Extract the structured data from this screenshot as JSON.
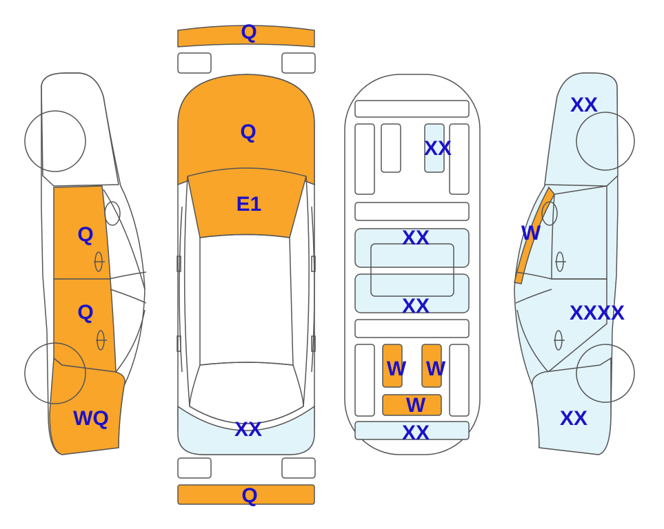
{
  "colors": {
    "damage": "#F8A52A",
    "scratch": "#E1F4FA",
    "panel": "#FFFFFF",
    "outline": "#555555",
    "label": "#1C11C8"
  },
  "views": {
    "left_side": {
      "labels": {
        "front_door": "Q",
        "rear_door": "Q",
        "rear_quarter": "WQ"
      },
      "states": {
        "front_door": "damage",
        "rear_door": "damage",
        "rear_quarter": "damage"
      }
    },
    "top": {
      "labels": {
        "front_bumper": "Q",
        "hood": "Q",
        "windshield": "E1",
        "rear_panel": "XX",
        "rear_bumper": "Q"
      },
      "states": {
        "front_bumper": "damage",
        "hood": "damage",
        "windshield": "damage",
        "rear_panel": "scratch",
        "rear_bumper": "damage"
      }
    },
    "underbody": {
      "labels": {
        "front_slot": "XX",
        "middle_upper": "XX",
        "middle_lower": "XX",
        "rear_left": "W",
        "rear_right": "W",
        "rear_center": "W",
        "rear_strip": "XX"
      },
      "states": {
        "front_slot": "scratch",
        "middle_upper": "scratch",
        "middle_lower": "scratch",
        "rear_left": "damage",
        "rear_right": "damage",
        "rear_center": "damage",
        "rear_strip": "scratch"
      }
    },
    "right_side": {
      "labels": {
        "front_fender": "XX",
        "a_pillar": "W",
        "body": "XXXX",
        "rear_quarter": "XX"
      },
      "states": {
        "front_fender": "scratch",
        "a_pillar": "damage",
        "body": "scratch",
        "rear_quarter": "scratch"
      }
    }
  }
}
